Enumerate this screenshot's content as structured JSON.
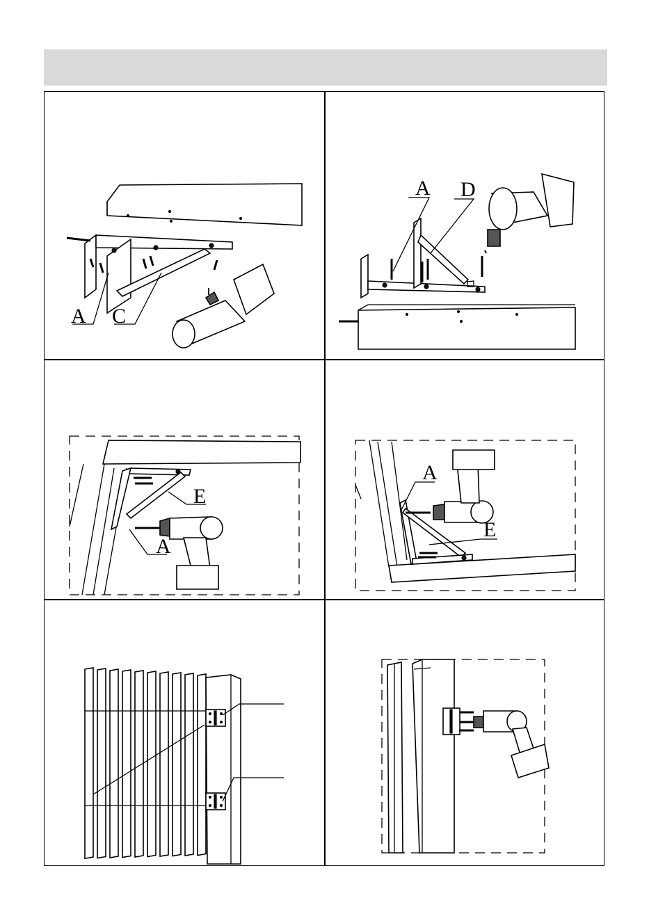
{
  "labels": {
    "a": "A",
    "c": "C",
    "d": "D",
    "e": "E"
  }
}
